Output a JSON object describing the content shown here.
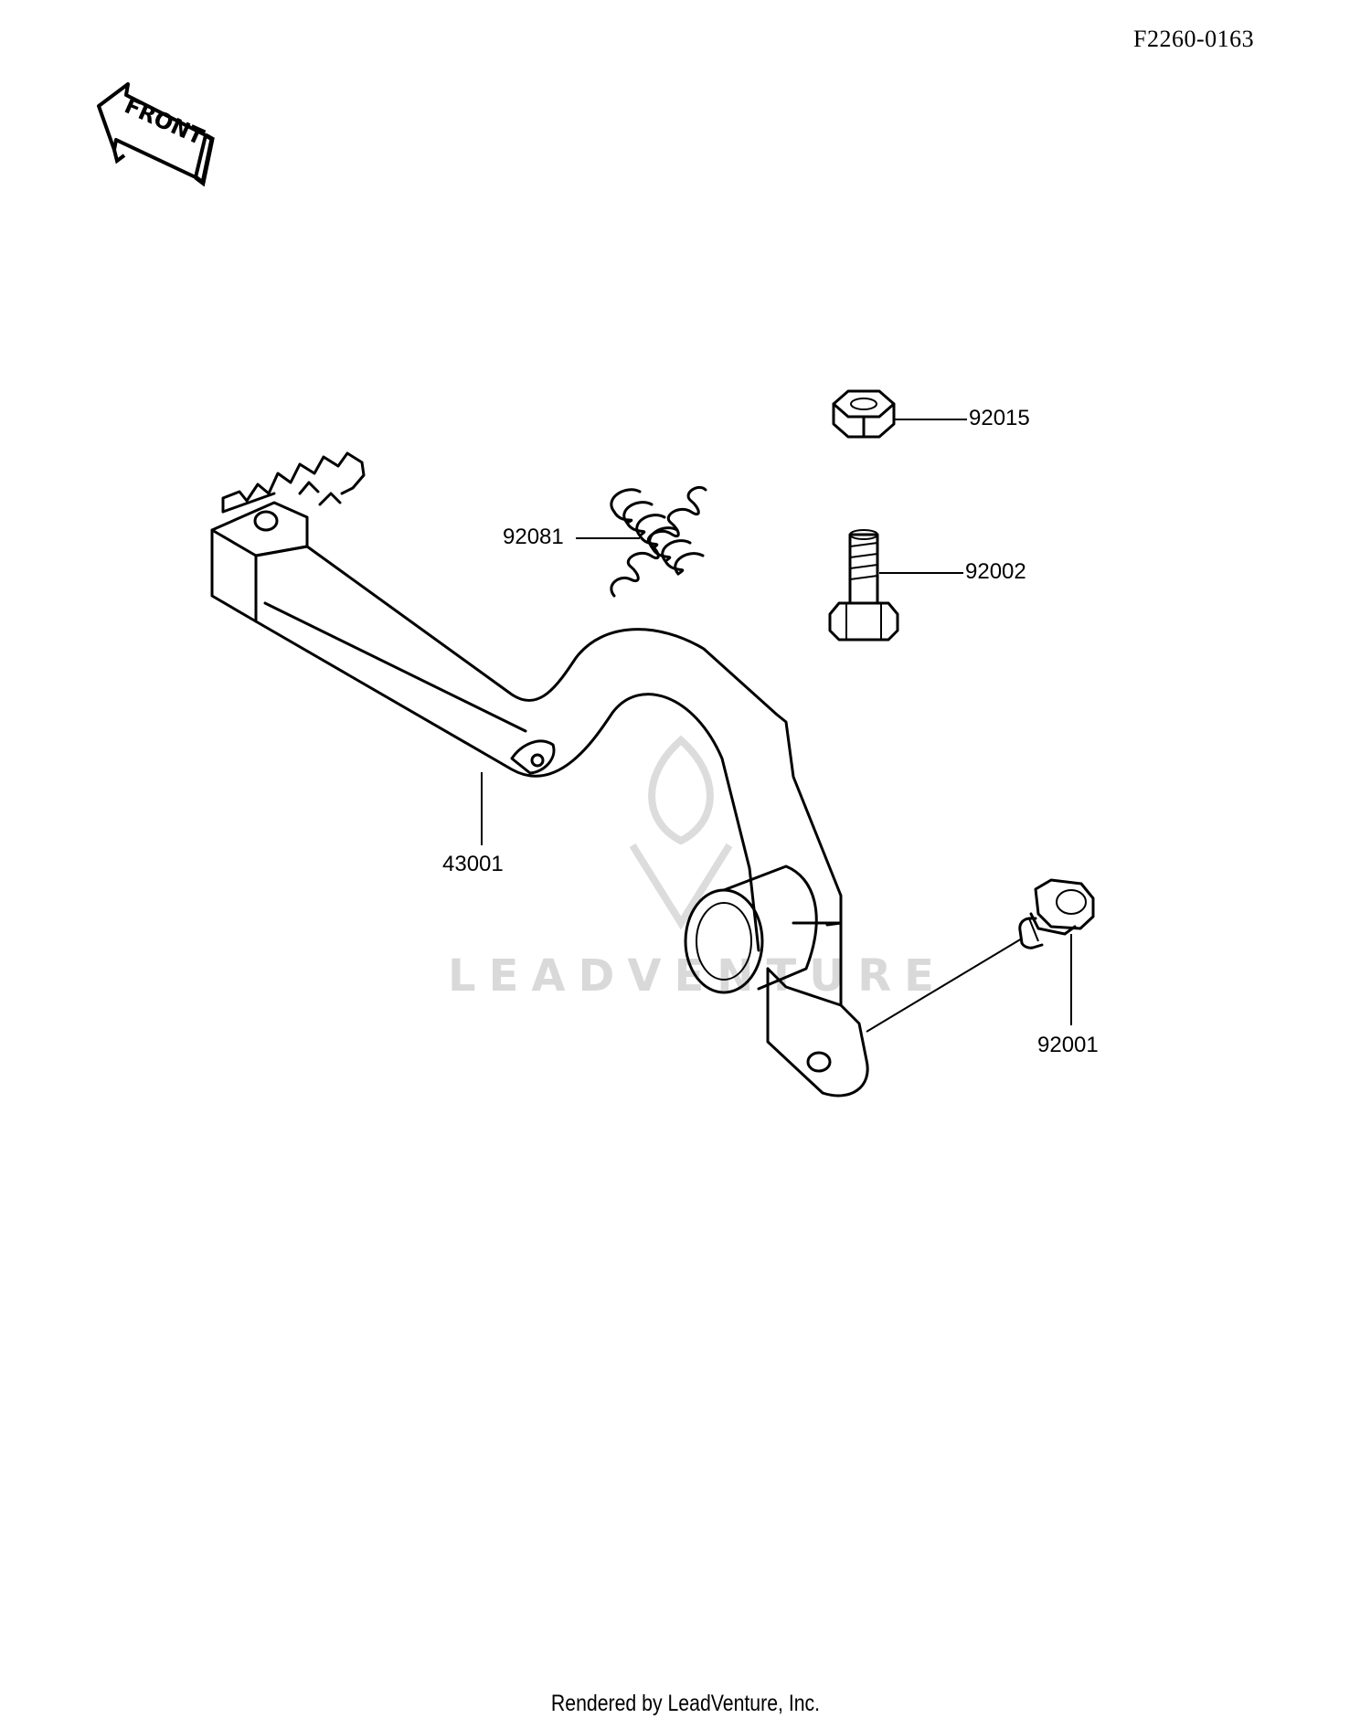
{
  "diagram_id": "F2260-0163",
  "front_marker": "FRONT",
  "parts": [
    {
      "number": "92015",
      "name": "nut"
    },
    {
      "number": "92002",
      "name": "stopper-bolt"
    },
    {
      "number": "92081",
      "name": "spring"
    },
    {
      "number": "43001",
      "name": "brake-pedal"
    },
    {
      "number": "92001",
      "name": "flange-bolt"
    }
  ],
  "watermark": "LEADVENTURE",
  "footer": "Rendered by LeadVenture, Inc."
}
